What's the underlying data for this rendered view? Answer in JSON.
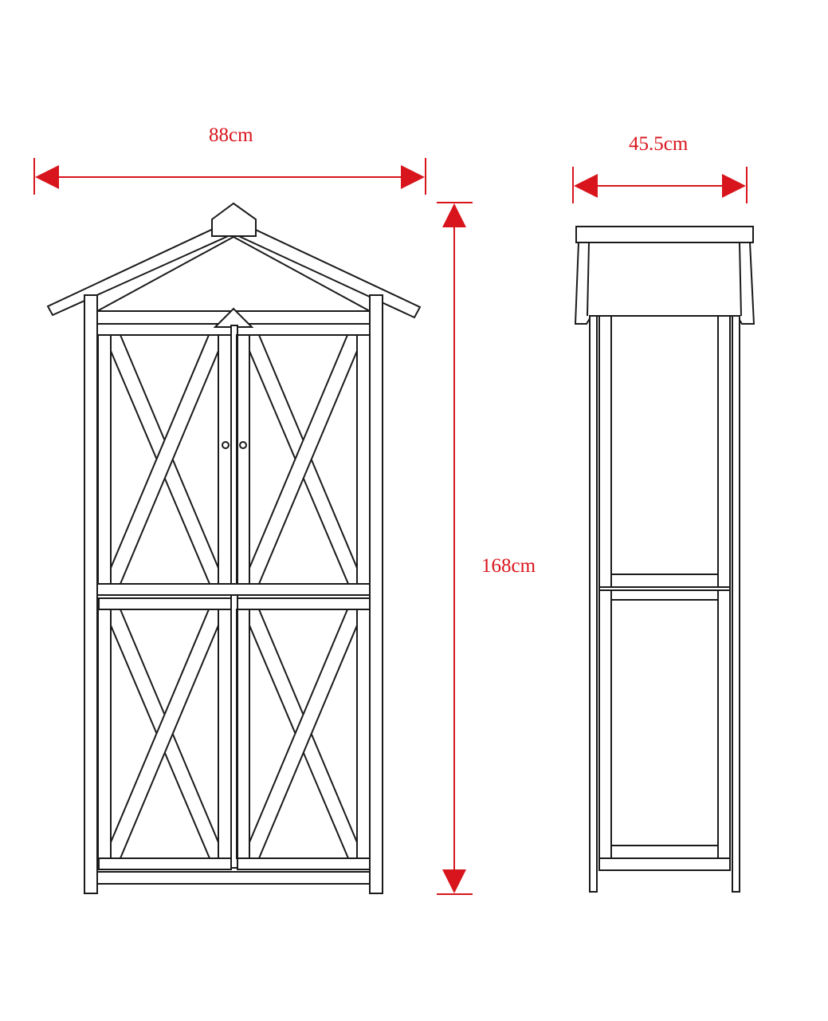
{
  "dimensions": {
    "width_label": "88cm",
    "depth_label": "45.5cm",
    "height_label": "168cm"
  },
  "colors": {
    "dimension": "#d8151c",
    "line": "#1a1a1a",
    "background": "#ffffff"
  }
}
